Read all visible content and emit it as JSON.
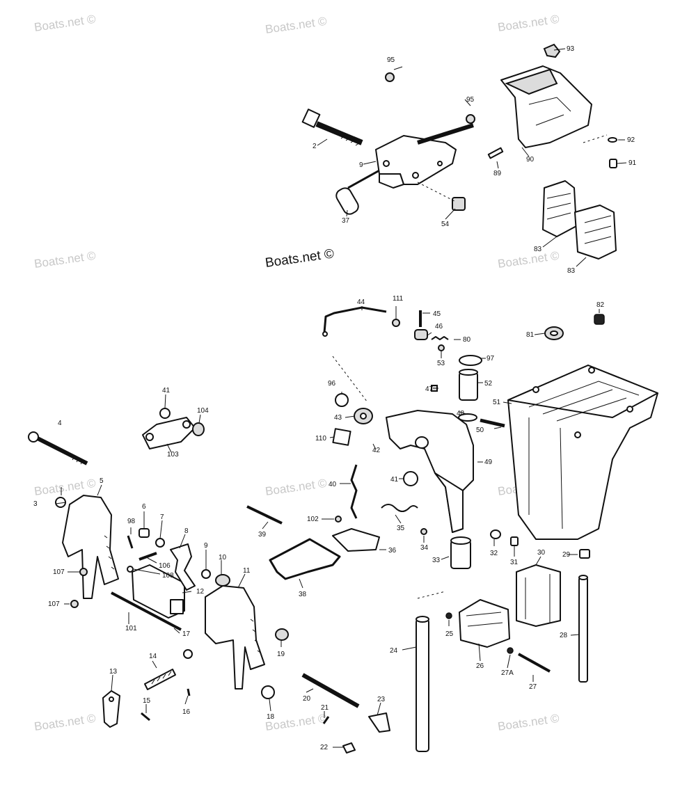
{
  "watermark": {
    "text": "Boats.net ©",
    "color": "#c8c8c8",
    "primary_text": "Boats.net ©"
  },
  "callouts": [
    "2",
    "3",
    "4",
    "5",
    "6",
    "7",
    "8",
    "9",
    "9",
    "10",
    "11",
    "12",
    "13",
    "14",
    "15",
    "16",
    "17",
    "18",
    "19",
    "20",
    "21",
    "22",
    "23",
    "24",
    "25",
    "26",
    "27",
    "27A",
    "28",
    "29",
    "30",
    "31",
    "32",
    "33",
    "34",
    "35",
    "36",
    "37",
    "38",
    "39",
    "40",
    "41",
    "41",
    "42",
    "43",
    "44",
    "45",
    "46",
    "47",
    "48",
    "49",
    "50",
    "51",
    "52",
    "53",
    "54",
    "80",
    "81",
    "82",
    "83",
    "83",
    "89",
    "90",
    "91",
    "92",
    "93",
    "95",
    "95",
    "96",
    "97",
    "98",
    "101",
    "102",
    "103",
    "104",
    "106",
    "107",
    "107",
    "108",
    "110",
    "111"
  ]
}
